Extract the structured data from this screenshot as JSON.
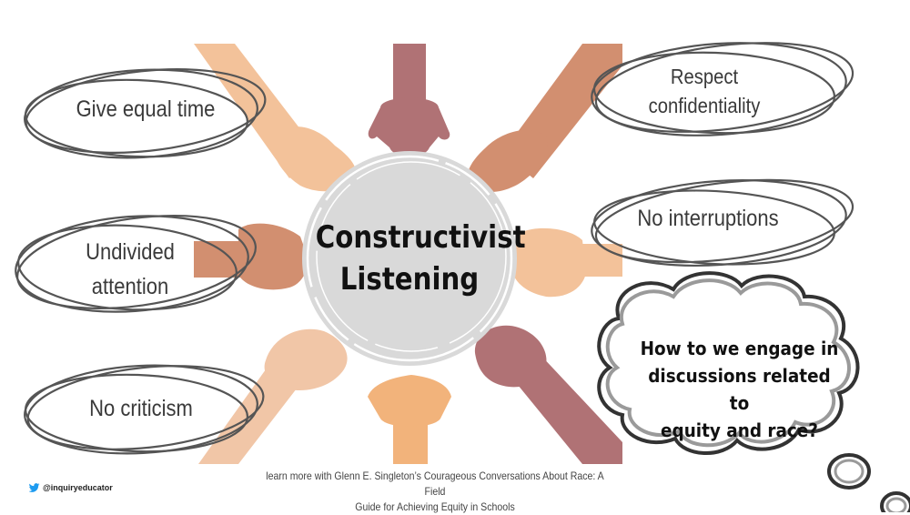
{
  "title": {
    "line1": "Constructivist",
    "line2": "Listening"
  },
  "norms": {
    "give_equal_time": "Give equal time",
    "respect_line1": "Respect",
    "respect_line2": "confidentiality",
    "no_interruptions": "No interruptions",
    "undivided_line1": "Undivided",
    "undivided_line2": "attention",
    "no_criticism": "No criticism"
  },
  "question": {
    "line1": "How to we engage in",
    "line2": "discussions related to",
    "line3": "equity and race?"
  },
  "footer": {
    "line1": "learn more with Glenn E. Singleton’s Courageous Conversations About Race: A Field",
    "line2": "Guide for Achieving Equity in Schools"
  },
  "social": {
    "handle": "@inquiryeducator",
    "icon": "twitter-bird-icon"
  },
  "colors": {
    "hand_peach": "#f3c29a",
    "hand_terracotta": "#d28f70",
    "hand_mauve": "#b07275",
    "hand_light": "#f1c6a7",
    "hand_orange": "#f2b37b",
    "center_circle": "#d9d9d9",
    "scribble": "#555555"
  }
}
